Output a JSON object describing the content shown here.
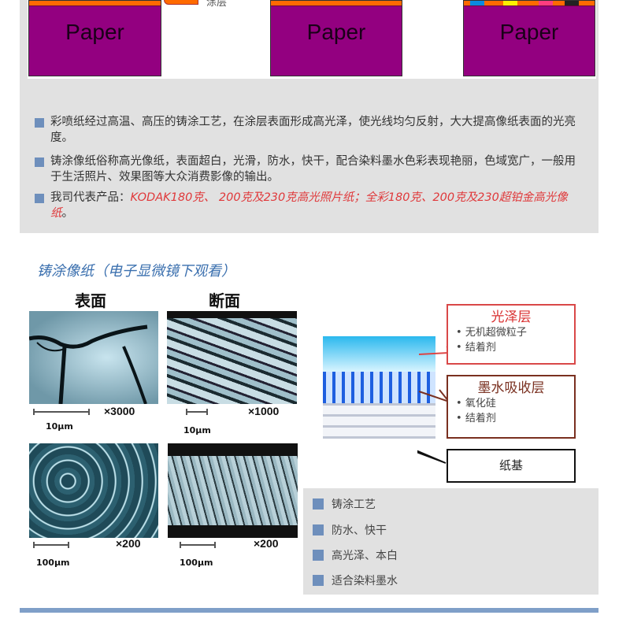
{
  "layers_diagram": {
    "paper_label": "Paper",
    "coating_label": "涂层",
    "colors": {
      "paper": "#930080",
      "coating": "#ff6a00"
    }
  },
  "bullets": [
    {
      "text": "彩喷纸经过高温、高压的铸涂工艺，在涂层表面形成高光泽，使光线均匀反射，大大提高像纸表面的光亮度。"
    },
    {
      "text": "铸涂像纸俗称高光像纸，表面超白，光滑，防水，快干，配合染料墨水色彩表现艳丽，色域宽广，一般用于生活照片、效果图等大众消费影像的输出。"
    },
    {
      "prefix": "我司代表产品：",
      "products": "KODAK180克、 200克及230克高光照片纸；全彩180克、200克及230超铂金高光像纸",
      "suffix": "。"
    }
  ],
  "sem": {
    "title": "铸涂像纸（电子显微镜下观看）",
    "col_surface": "表面",
    "col_section": "断面",
    "images": [
      {
        "mag": "×3000",
        "scale": "10μm"
      },
      {
        "mag": "×1000",
        "scale": "10μm"
      },
      {
        "mag": "×200",
        "scale": "100μm"
      },
      {
        "mag": "×200",
        "scale": "100μm"
      }
    ]
  },
  "structure": {
    "gloss": {
      "title": "光泽层",
      "items": [
        "无机超微粒子",
        "结着剂"
      ]
    },
    "ink": {
      "title": "墨水吸收层",
      "items": [
        "氧化硅",
        "结着剂"
      ]
    },
    "base": {
      "title": "纸基"
    }
  },
  "features": [
    "铸涂工艺",
    "防水、快干",
    "高光泽、本白",
    "适合染料墨水"
  ]
}
